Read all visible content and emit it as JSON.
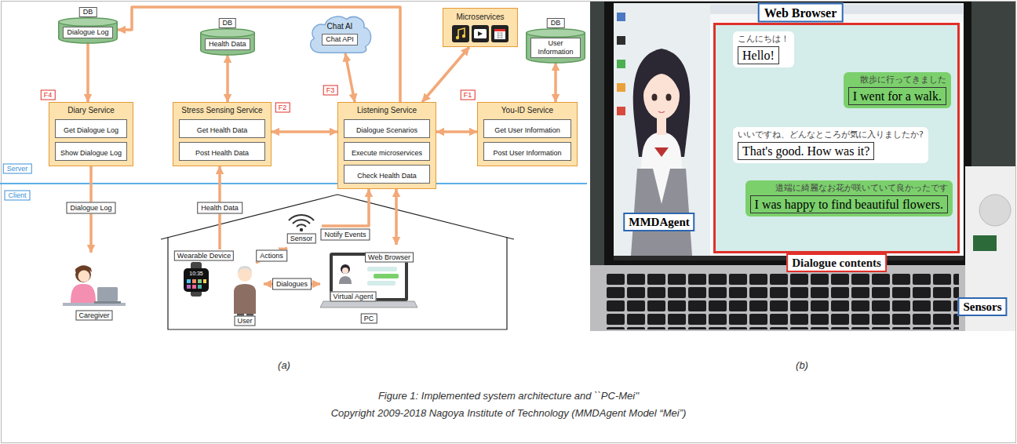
{
  "diagram": {
    "caption": "Figure 1: Implemented system architecture and ``PC-Mei''",
    "nodes": [
      {
        "text": [
          "DB",
          "Dialogue Log"
        ]
      },
      {
        "text": [
          "DB",
          "Health Data"
        ]
      },
      {
        "text": [
          "Chat AI",
          "Chat API"
        ]
      },
      {
        "text": [
          "Microservices"
        ]
      },
      {
        "text": [
          "DB",
          "User Information"
        ]
      },
      {
        "text": [
          "Diary Service"
        ]
      },
      {
        "text": [
          "Get Dialogue Log"
        ],
        "in": 5
      },
      {
        "text": [
          "Show Dialogue Log"
        ],
        "in": 5
      },
      {
        "text": [
          "Stress Sensing Service"
        ]
      },
      {
        "text": [
          "Get Health Data"
        ],
        "in": 8
      },
      {
        "text": [
          "Post Health Data"
        ],
        "in": 8
      },
      {
        "text": [
          "Listening Service"
        ]
      },
      {
        "text": [
          "Dialogue Scenarios"
        ],
        "in": 11
      },
      {
        "text": [
          "Execute microservices"
        ],
        "in": 11
      },
      {
        "text": [
          "Check Health Data"
        ],
        "in": 11
      },
      {
        "text": [
          "You-ID Service"
        ]
      },
      {
        "text": [
          "Get User Information"
        ],
        "in": 15
      },
      {
        "text": [
          "Post User Information"
        ],
        "in": 15
      },
      {
        "text": [
          "Caregiver"
        ]
      },
      {
        "text": [
          "Wearable Device"
        ]
      },
      {
        "text": [
          "User"
        ]
      },
      {
        "text": [
          "Sensor"
        ]
      },
      {
        "text": [
          "Web Browser",
          "Virtual Agent",
          "PC"
        ]
      },
      {
        "text": [
          "Dialogue contents"
        ]
      },
      {
        "text": [
          "こんにちは！",
          "Hello!"
        ],
        "in": 23
      },
      {
        "text": [
          "散歩に行ってきました",
          "I went for a walk."
        ],
        "in": 23
      },
      {
        "text": [
          "いいですね、どんなところが気に入りましたか?",
          "That's good. How was it?"
        ],
        "in": 23
      },
      {
        "text": [
          "道端に綺麗なお花が咲いていて良かったです",
          "I was happy to find beautiful flowers."
        ],
        "in": 23
      }
    ],
    "edges": [
      {
        "from": 11,
        "to": 0,
        "arrow": "to"
      },
      {
        "from": 0,
        "to": 5,
        "arrow": "to"
      },
      {
        "from": 5,
        "to": 18,
        "label": "Dialogue Log",
        "arrow": "to"
      },
      {
        "from": 1,
        "to": 8,
        "arrow": "both"
      },
      {
        "from": 8,
        "to": 11,
        "arrow": "both"
      },
      {
        "from": 11,
        "to": 2,
        "arrow": "both"
      },
      {
        "from": 11,
        "to": 3,
        "arrow": "both"
      },
      {
        "from": 11,
        "to": 15,
        "arrow": "both"
      },
      {
        "from": 15,
        "to": 4,
        "arrow": "both"
      },
      {
        "from": 19,
        "to": 8,
        "label": "Health Data",
        "arrow": "to"
      },
      {
        "from": 20,
        "to": 21,
        "label": "Actions",
        "arrow": "to"
      },
      {
        "from": 21,
        "to": 11,
        "label": "Notify Events",
        "arrow": "to"
      },
      {
        "from": 20,
        "to": 22,
        "label": "Dialogues",
        "arrow": "both"
      },
      {
        "from": 11,
        "to": 22,
        "arrow": "both"
      }
    ],
    "labels": [
      "F4",
      "F2",
      "F3",
      "F1",
      "Server",
      "Client",
      "10:35",
      "Web Browser",
      "MMDAgent",
      "Sensors",
      "(a)",
      "(b)",
      "Copyright 2009-2018 Nagoya Institute of Technology (MMDAgent Model “Mei”)"
    ]
  }
}
